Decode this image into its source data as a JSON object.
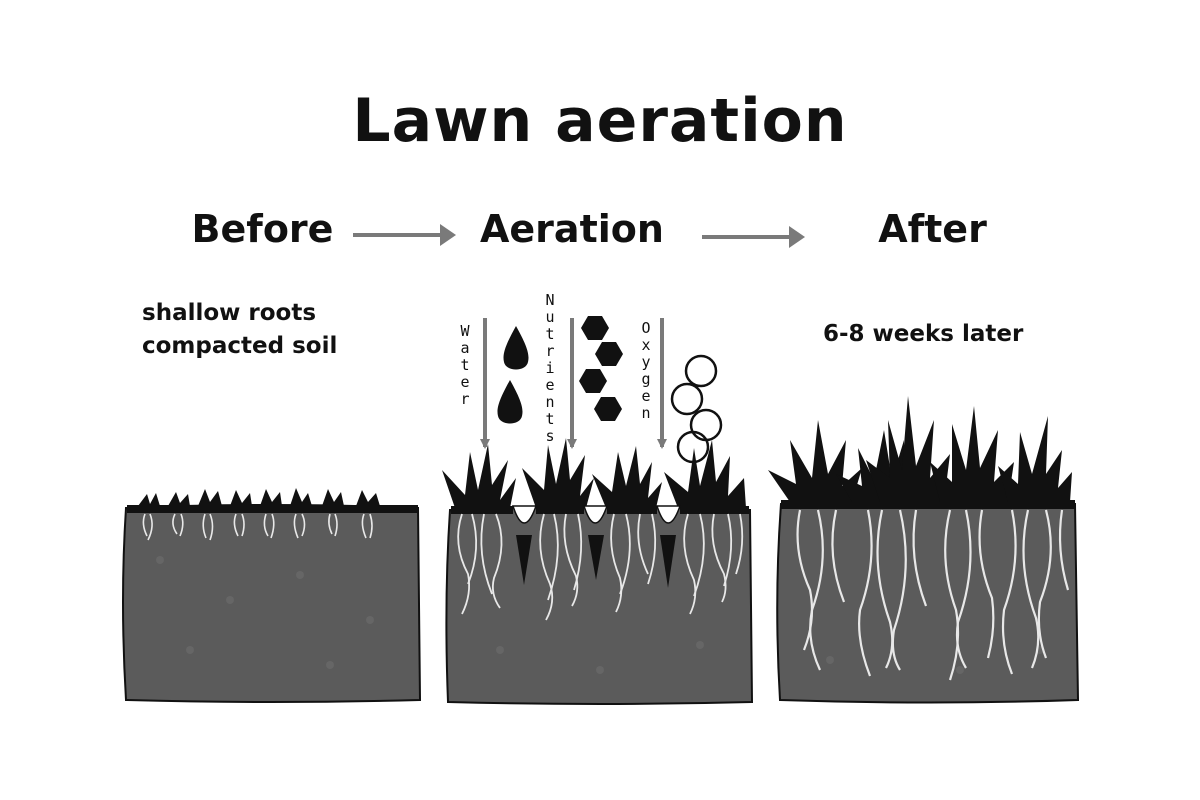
{
  "title": "Lawn aeration",
  "steps": {
    "before": "Before",
    "aeration": "Aeration",
    "after": "After"
  },
  "notes": {
    "before_line1": "shallow roots",
    "before_line2": "compacted soil",
    "after": "6-8 weeks later"
  },
  "inputs": {
    "water": "Water",
    "nutrients": "Nutrients",
    "oxygen": "Oxygen"
  },
  "colors": {
    "soil": "#5b5b5b",
    "turf": "#111111",
    "roots": "#e8e8e8",
    "arrow": "#7a7a7a"
  }
}
